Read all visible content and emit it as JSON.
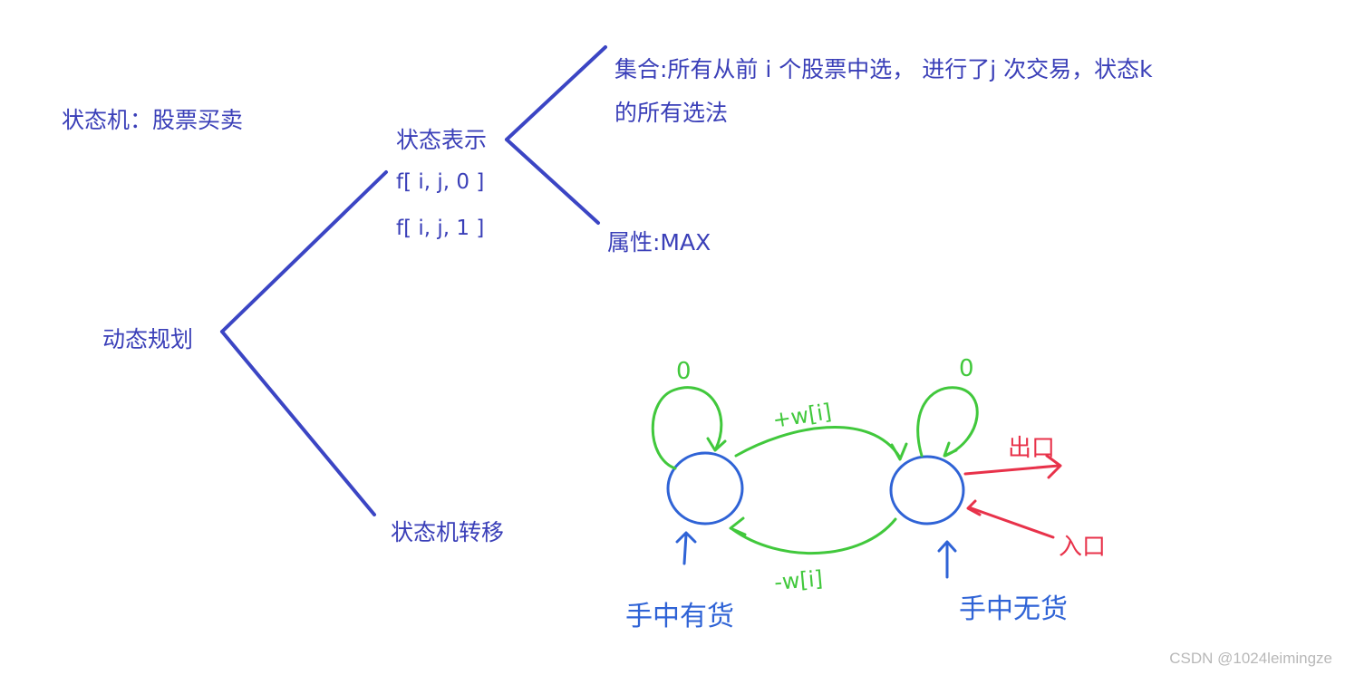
{
  "mind_map": {
    "title": "状态机：股票买卖",
    "root": "动态规划",
    "state_repr": "状态表示",
    "f0": "f[ i, j, 0 ]",
    "f1": "f[ i, j, 1 ]",
    "set_line1": "集合:所有从前 i 个股票中选， 进行了j 次交易，状态k",
    "set_line2": "的所有选法",
    "attribute": "属性:MAX",
    "transition": "状态机转移"
  },
  "state_machine": {
    "left_loop": "0",
    "right_loop": "0",
    "top_edge": "+w[i]",
    "bottom_edge": "-w[i]",
    "exit": "出口",
    "entry": "入口",
    "left_state": "手中有货",
    "right_state": "手中无货"
  },
  "colors": {
    "branch": "#3b45c4",
    "text": "#3a3fb8",
    "state_circle": "#2f63d6",
    "transition": "#41c83c",
    "entry_exit": "#e8324a"
  },
  "watermark": "CSDN @1024leimingze"
}
